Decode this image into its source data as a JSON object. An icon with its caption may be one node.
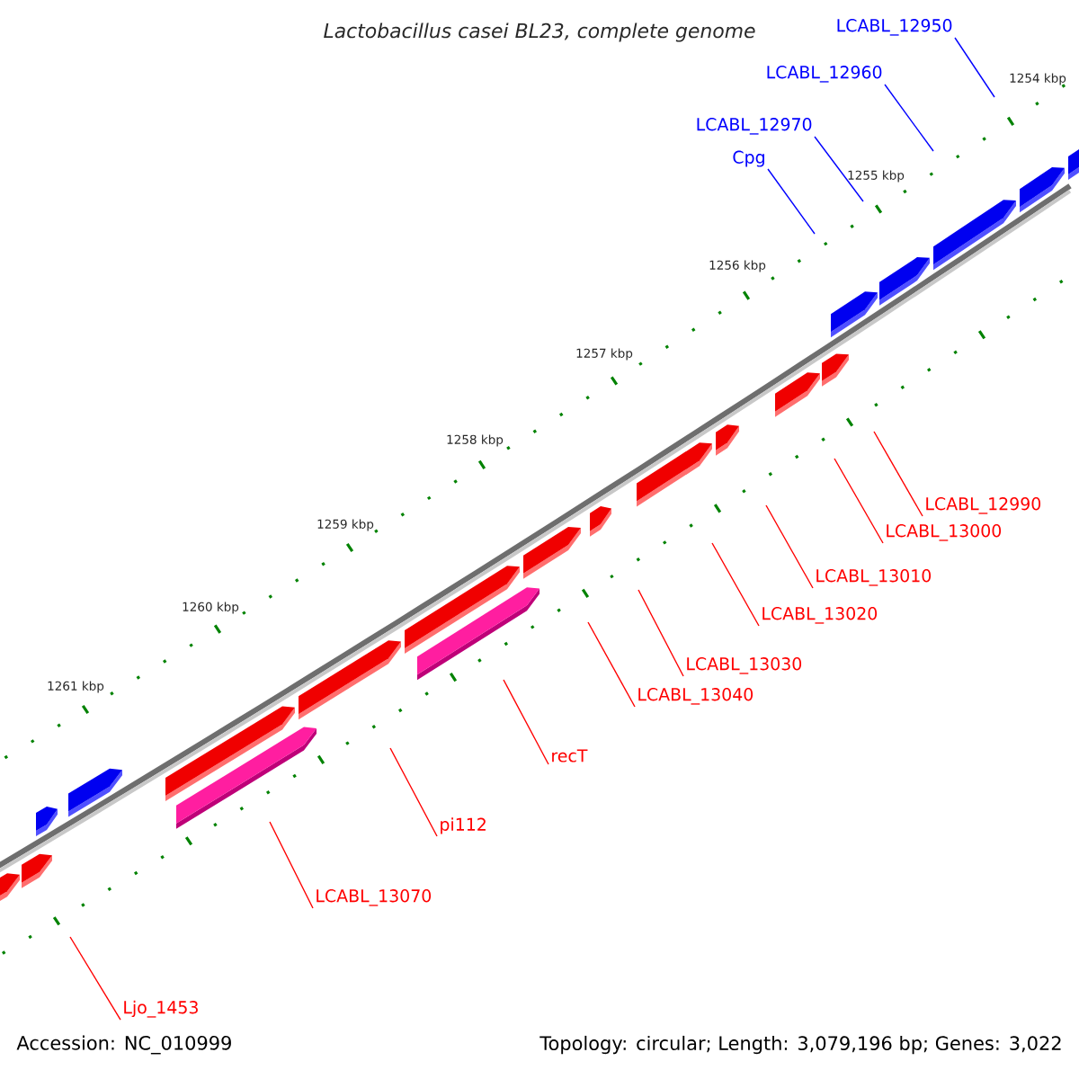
{
  "diagram": {
    "title": "Lactobacillus casei BL23, complete genome",
    "nodes": [
      {
        "text": [
          "LCABL_12950"
        ]
      },
      {
        "text": [
          "LCABL_12960"
        ]
      },
      {
        "text": [
          "LCABL_12970"
        ]
      },
      {
        "text": [
          "Cpg"
        ]
      },
      {
        "text": [
          "LCABL_12990"
        ]
      },
      {
        "text": [
          "LCABL_13000"
        ]
      },
      {
        "text": [
          "LCABL_13010"
        ]
      },
      {
        "text": [
          "LCABL_13020"
        ]
      },
      {
        "text": [
          "LCABL_13030"
        ]
      },
      {
        "text": [
          "LCABL_13040"
        ]
      },
      {
        "text": [
          "recT"
        ]
      },
      {
        "text": [
          "pi112"
        ]
      },
      {
        "text": [
          "LCABL_13070"
        ]
      },
      {
        "text": [
          "Ljo_1453"
        ]
      }
    ],
    "edges": [
      {
        "from": 0,
        "to": null,
        "arrow": "none",
        "color": "#0000ff"
      },
      {
        "from": 1,
        "to": null,
        "arrow": "none",
        "color": "#0000ff"
      },
      {
        "from": 2,
        "to": null,
        "arrow": "none",
        "color": "#0000ff"
      },
      {
        "from": 3,
        "to": null,
        "arrow": "none",
        "color": "#0000ff"
      },
      {
        "from": 4,
        "to": null,
        "arrow": "none"
      },
      {
        "from": 5,
        "to": null,
        "arrow": "none"
      },
      {
        "from": 6,
        "to": null,
        "arrow": "none"
      },
      {
        "from": 7,
        "to": null,
        "arrow": "none"
      },
      {
        "from": 8,
        "to": null,
        "arrow": "none"
      },
      {
        "from": 9,
        "to": null,
        "arrow": "none"
      },
      {
        "from": 10,
        "to": null,
        "arrow": "none"
      },
      {
        "from": 11,
        "to": null,
        "arrow": "none"
      },
      {
        "from": 12,
        "to": null,
        "arrow": "none"
      },
      {
        "from": 13,
        "to": null,
        "arrow": "none"
      }
    ],
    "labels": [
      "1254 kbp",
      "1255 kbp",
      "1256 kbp",
      "1257 kbp",
      "1258 kbp",
      "1259 kbp",
      "1260 kbp",
      "1261 kbp",
      "Accession: NC_010999",
      "Topology: circular; Length: 3,079,196 bp; Genes: 3,022"
    ]
  }
}
